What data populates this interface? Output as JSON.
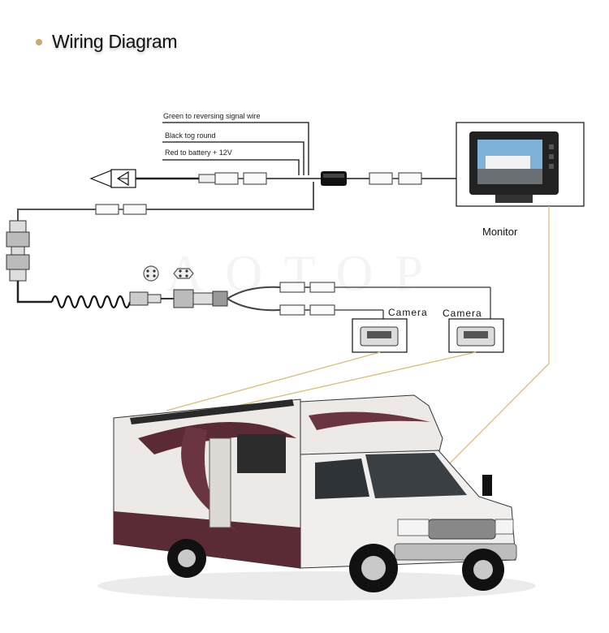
{
  "title": "Wiring Diagram",
  "wires": {
    "green": "Green to reversing signal wire",
    "black": "Black tog round",
    "red": "Red to battery + 12V"
  },
  "monitor_label": "Monitor",
  "camera_labels": [
    "Camera",
    "Camera"
  ],
  "watermark": "AOTOP",
  "colors": {
    "bullet": "#c9a96e",
    "signal_line": "#d8c07a"
  }
}
